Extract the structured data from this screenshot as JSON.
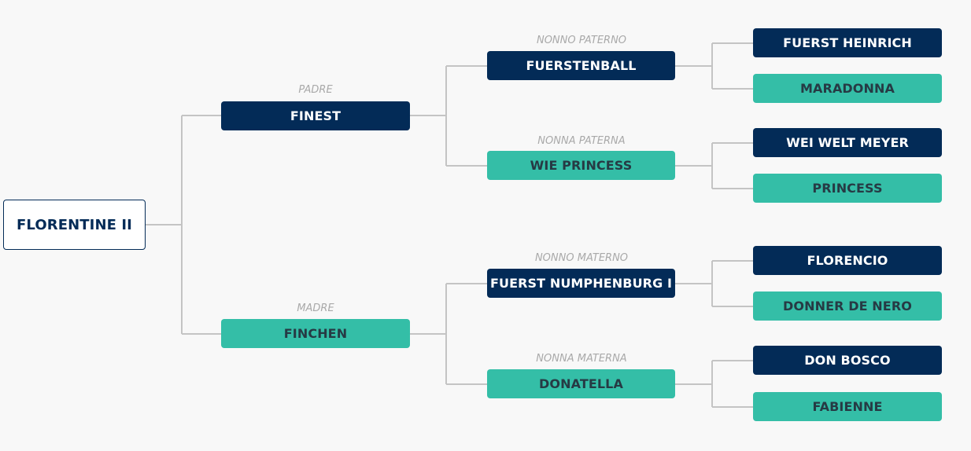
{
  "subject": {
    "name": "FLORENTINE II"
  },
  "parents": [
    {
      "role": "PADRE",
      "name": "FINEST",
      "color": "dark"
    },
    {
      "role": "MADRE",
      "name": "FINCHEN",
      "color": "teal"
    }
  ],
  "grandparents": [
    {
      "role": "NONNO PATERNO",
      "name": "FUERSTENBALL",
      "color": "dark"
    },
    {
      "role": "NONNA PATERNA",
      "name": "WIE PRINCESS",
      "color": "teal"
    },
    {
      "role": "NONNO MATERNO",
      "name": "FUERST NUMPHENBURG I",
      "color": "dark"
    },
    {
      "role": "NONNA MATERNA",
      "name": "DONATELLA",
      "color": "teal"
    }
  ],
  "great_grandparents": [
    {
      "name": "FUERST HEINRICH",
      "color": "dark"
    },
    {
      "name": "MARADONNA",
      "color": "teal"
    },
    {
      "name": "WEI WELT MEYER",
      "color": "dark"
    },
    {
      "name": "PRINCESS",
      "color": "teal"
    },
    {
      "name": "FLORENCIO",
      "color": "dark"
    },
    {
      "name": "DONNER DE NERO",
      "color": "teal"
    },
    {
      "name": "DON BOSCO",
      "color": "dark"
    },
    {
      "name": "FABIENNE",
      "color": "teal"
    }
  ],
  "colors": {
    "dark": "#032b57",
    "teal": "#34bea7",
    "connector": "#c4c4c4",
    "background": "#f8f8f8"
  }
}
